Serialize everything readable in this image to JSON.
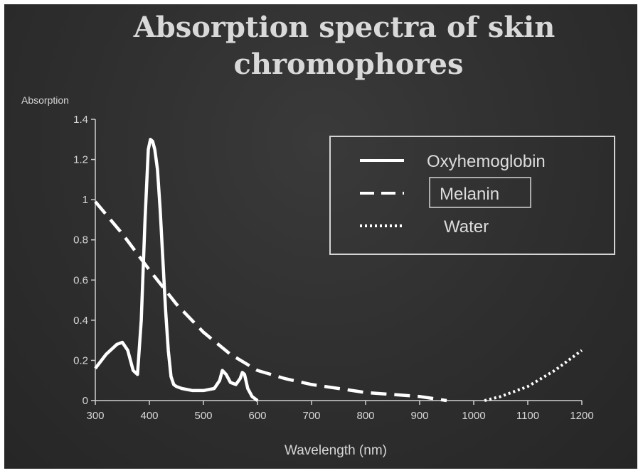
{
  "chart_data": {
    "type": "line",
    "title_lines": [
      "Absorption spectra of skin",
      "chromophores"
    ],
    "xlabel": "Wavelength (nm)",
    "ylabel": "Absorption",
    "xlim": [
      300,
      1200
    ],
    "ylim": [
      0,
      1.4
    ],
    "xticks": [
      "300",
      "400",
      "500",
      "600",
      "700",
      "800",
      "900",
      "1000",
      "1100",
      "1200"
    ],
    "yticks": [
      "0",
      "0.2",
      "0.4",
      "0.6",
      "0.8",
      "1",
      "1.2",
      "1.4"
    ],
    "legend_position": "top-right",
    "series": [
      {
        "name": "Oxyhemoglobin",
        "style": "solid",
        "color": "#ffffff",
        "x": [
          300,
          320,
          340,
          350,
          360,
          370,
          378,
          385,
          392,
          398,
          402,
          406,
          410,
          415,
          420,
          425,
          430,
          435,
          440,
          445,
          450,
          460,
          480,
          500,
          520,
          530,
          535,
          542,
          550,
          560,
          568,
          572,
          576,
          582,
          590,
          600
        ],
        "y": [
          0.16,
          0.23,
          0.28,
          0.29,
          0.25,
          0.15,
          0.13,
          0.4,
          0.9,
          1.25,
          1.3,
          1.29,
          1.25,
          1.15,
          0.95,
          0.7,
          0.45,
          0.25,
          0.12,
          0.08,
          0.07,
          0.06,
          0.05,
          0.05,
          0.06,
          0.1,
          0.15,
          0.13,
          0.09,
          0.08,
          0.11,
          0.14,
          0.13,
          0.06,
          0.02,
          0.0
        ]
      },
      {
        "name": "Melanin",
        "style": "dashed",
        "color": "#ffffff",
        "x": [
          300,
          350,
          400,
          450,
          500,
          550,
          600,
          650,
          700,
          750,
          800,
          850,
          900,
          950
        ],
        "y": [
          0.99,
          0.83,
          0.65,
          0.48,
          0.34,
          0.23,
          0.15,
          0.11,
          0.08,
          0.06,
          0.04,
          0.03,
          0.02,
          0.0
        ]
      },
      {
        "name": "Water",
        "style": "dotted",
        "color": "#ffffff",
        "x": [
          1020,
          1050,
          1100,
          1150,
          1200
        ],
        "y": [
          0.0,
          0.02,
          0.07,
          0.15,
          0.25
        ]
      }
    ]
  }
}
